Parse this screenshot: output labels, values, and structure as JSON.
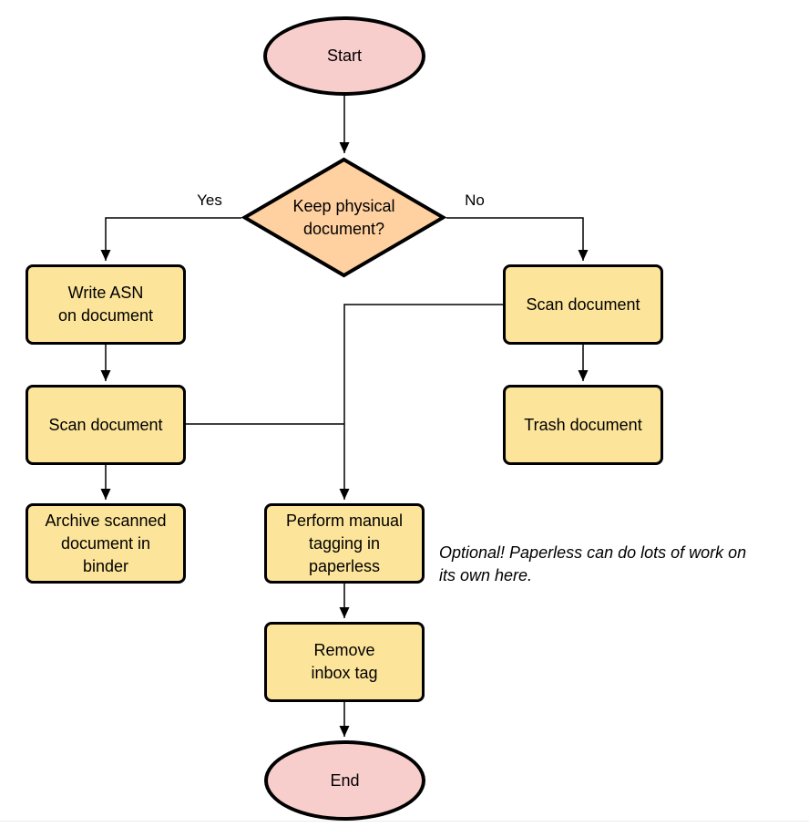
{
  "colors": {
    "background": "#ffffff",
    "terminal_fill": "#f8cecc",
    "decision_fill": "#ffd0a0",
    "process_fill": "#fce49a",
    "stroke": "#000000",
    "connector": "#000000"
  },
  "nodes": {
    "start": {
      "label": "Start"
    },
    "decision": {
      "lines": [
        "Keep physical",
        "document?"
      ]
    },
    "write_asn": {
      "lines": [
        "Write ASN",
        "on document"
      ]
    },
    "scan_left": {
      "label": "Scan document"
    },
    "archive": {
      "lines": [
        "Archive scanned",
        "document in",
        "binder"
      ]
    },
    "scan_right": {
      "label": "Scan document"
    },
    "trash": {
      "label": "Trash document"
    },
    "tagging": {
      "lines": [
        "Perform manual",
        "tagging in",
        "paperless"
      ]
    },
    "remove_inbox": {
      "lines": [
        "Remove",
        "inbox tag"
      ]
    },
    "end": {
      "label": "End"
    }
  },
  "edge_labels": {
    "yes": "Yes",
    "no": "No"
  },
  "annotation": {
    "lines": [
      "Optional! Paperless can do lots of work on",
      "its own here."
    ]
  }
}
